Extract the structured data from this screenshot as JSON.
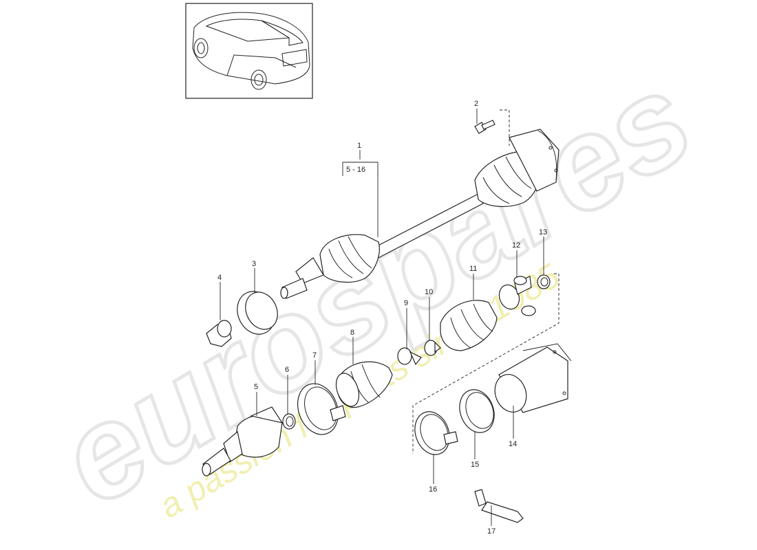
{
  "watermark": {
    "brand": "eurospares",
    "tagline": "a passion for parts since 1985",
    "brand_color": "#e6e6e6",
    "tagline_color": "#f1efb0"
  },
  "callouts": {
    "c1": "1",
    "range": "5 - 16",
    "c2": "2",
    "c3": "3",
    "c4": "4",
    "c5": "5",
    "c6": "6",
    "c7": "7",
    "c8": "8",
    "c9": "9",
    "c10": "10",
    "c11": "11",
    "c12": "12",
    "c13": "13",
    "c14": "14",
    "c15": "15",
    "c16": "16",
    "c17": "17"
  },
  "icons": {
    "vehicle_thumbnail": "car-outline-icon"
  }
}
